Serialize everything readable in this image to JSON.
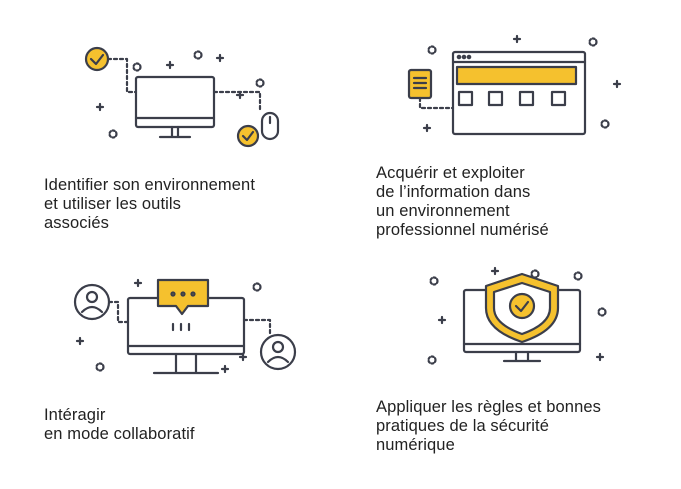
{
  "colors": {
    "accent": "#f5c12e",
    "stroke": "#3b3e4a",
    "text": "#222222",
    "background": "#ffffff"
  },
  "tiles": [
    {
      "icon": "computer-with-mouse-icon",
      "caption_lines": [
        "Identifier son environnement",
        "et utiliser les outils",
        "associés"
      ]
    },
    {
      "icon": "browser-window-icon",
      "caption_lines": [
        "Acquérir et exploiter",
        "de l’information dans",
        "un environnement",
        "professionnel numérisé"
      ]
    },
    {
      "icon": "collaboration-monitor-icon",
      "caption_lines": [
        "Intéragir",
        "en mode collaboratif"
      ]
    },
    {
      "icon": "security-shield-monitor-icon",
      "caption_lines": [
        "Appliquer les règles et bonnes",
        "pratiques de la sécurité",
        "numérique"
      ]
    }
  ]
}
